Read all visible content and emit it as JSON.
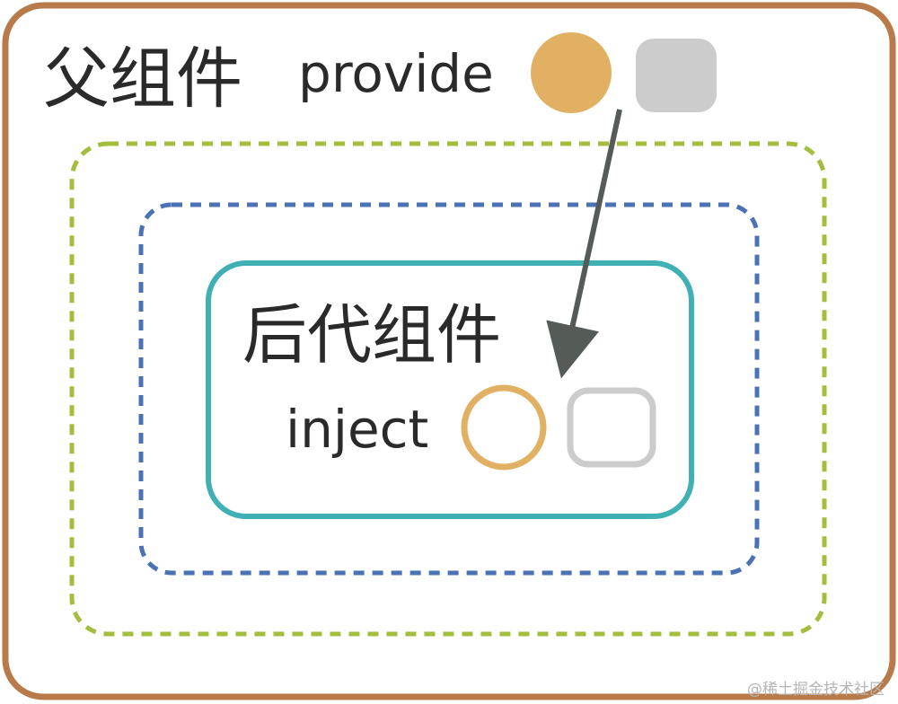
{
  "parent": {
    "title": "父组件",
    "action_label": "provide"
  },
  "descendant": {
    "title": "后代组件",
    "action_label": "inject"
  },
  "watermark": "@稀土掘金技术社区",
  "colors": {
    "parent_border": "#b87a48",
    "middle_dashed_border": "#a3bd3c",
    "inner_dashed_border": "#4a72b5",
    "descendant_border": "#3fb0b3",
    "circle": "#e2b062",
    "square": "#cccccc",
    "arrow": "#555b57"
  }
}
